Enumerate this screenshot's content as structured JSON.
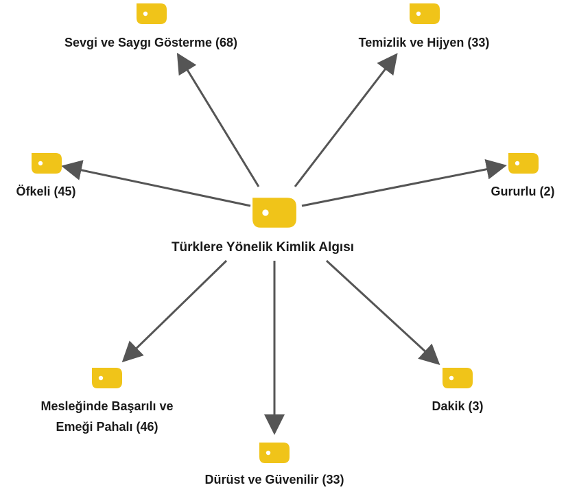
{
  "diagram": {
    "center": {
      "label": "Türklere Yönelik Kimlik Algısı"
    },
    "nodes": [
      {
        "id": "sevgi",
        "lines": [
          "Sevgi ve Saygı Gösterme (68)"
        ]
      },
      {
        "id": "temizlik",
        "lines": [
          "Temizlik ve Hijyen (33)"
        ]
      },
      {
        "id": "ofkeli",
        "lines": [
          "Öfkeli (45)"
        ]
      },
      {
        "id": "gururlu",
        "lines": [
          "Gururlu (2)"
        ]
      },
      {
        "id": "meslek",
        "lines": [
          "Mesleğinde Başarılı ve",
          "Emeği Pahalı (46)"
        ]
      },
      {
        "id": "durust",
        "lines": [
          "Dürüst ve Güvenilir (33)"
        ]
      },
      {
        "id": "dakik",
        "lines": [
          "Dakik (3)"
        ]
      }
    ],
    "colors": {
      "tag": "#F0C419",
      "edge": "#555555",
      "text": "#1a1a1a"
    },
    "icon": "tag-icon"
  }
}
